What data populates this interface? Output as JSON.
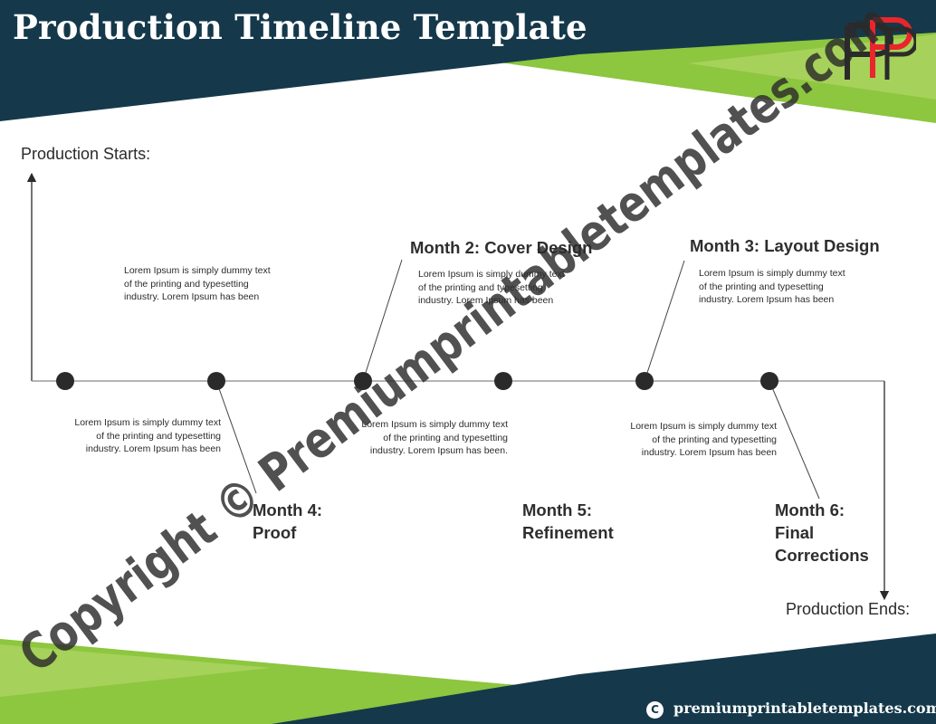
{
  "title": "Production Timeline Template",
  "start_label": "Production Starts:",
  "end_label": "Production Ends:",
  "milestones": [
    {
      "title": "Month 2: Cover Design"
    },
    {
      "title": "Month 3: Layout Design"
    },
    {
      "title": "Month 4:\nProof"
    },
    {
      "title": "Month 5:\nRefinement"
    },
    {
      "title": "Month 6:\nFinal\nCorrections"
    }
  ],
  "descriptions": [
    {
      "text": "Lorem Ipsum is simply dummy text\nof the printing and typesetting\nindustry. Lorem Ipsum has been"
    },
    {
      "text": "Lorem Ipsum is simply dummy text\nof the printing and typesetting\nindustry. Lorem Ipsum has been"
    },
    {
      "text": "Lorem Ipsum is simply dummy text\nof the printing and typesetting\nindustry. Lorem Ipsum has been"
    },
    {
      "text": "Lorem Ipsum is simply dummy text\nof the printing and typesetting\nindustry. Lorem Ipsum has been"
    },
    {
      "text": "Lorem Ipsum is simply dummy text\nof the printing and typesetting\nindustry. Lorem Ipsum has been."
    },
    {
      "text": "Lorem Ipsum is simply dummy text\nof the printing and typesetting\nindustry. Lorem Ipsum has been"
    }
  ],
  "watermark": "Copyright © Premiumprintabletemplates.com",
  "footer": {
    "site": "premiumprintabletemplates.com",
    "copyright_symbol": "C"
  },
  "colors": {
    "navy": "#15394b",
    "green": "#8dc63f",
    "node": "#2a2a2a",
    "logo_red": "#e8262c"
  }
}
